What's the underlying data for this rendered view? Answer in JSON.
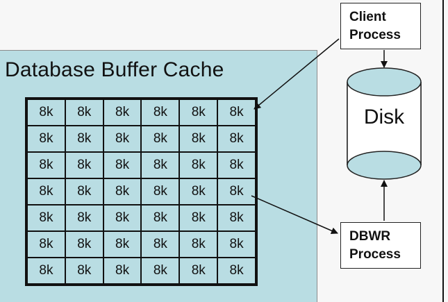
{
  "diagram": {
    "cache_title": "Database Buffer Cache",
    "block_label": "8k",
    "grid_rows": 7,
    "grid_cols": 6,
    "client_process": [
      "Client",
      "Process"
    ],
    "dbwr_process": [
      "DBWR",
      "Process"
    ],
    "disk_label": "Disk",
    "colors": {
      "cache_fill": "#b9dde3",
      "disk_fill": "#b9dde3",
      "background": "#f7f7f7",
      "line": "#111111"
    }
  }
}
